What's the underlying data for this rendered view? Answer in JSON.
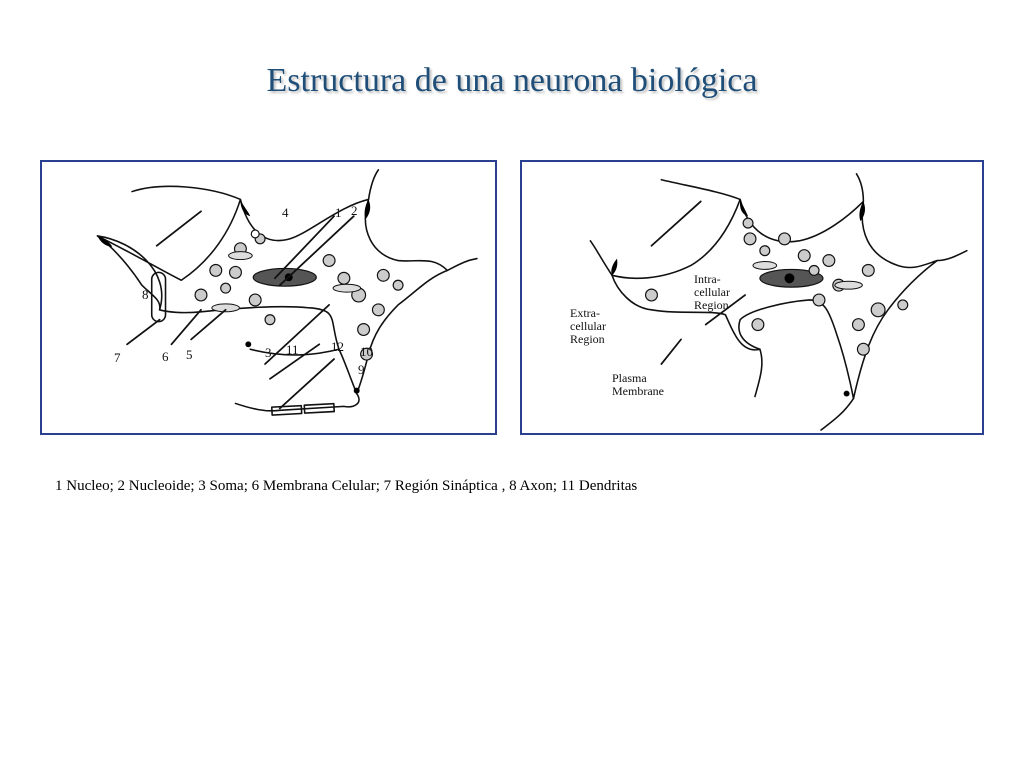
{
  "title": "Estructura de una neurona biológica",
  "left_panel": {
    "labels": {
      "n1": "1",
      "n2": "2",
      "n3": "3",
      "n4": "4",
      "n5": "5",
      "n6": "6",
      "n7": "7",
      "n8": "8",
      "n9": "9",
      "n10": "10",
      "n11": "11",
      "n12": "12"
    }
  },
  "right_panel": {
    "labels": {
      "intracellular": "Intra-\ncellular\nRegion",
      "extracellular": "Extra-\ncellular\nRegion",
      "plasma_membrane": "Plasma\nMembrane"
    }
  },
  "caption": "1 Nucleo; 2 Nucleoide; 3 Soma; 6 Membrana Celular; 7 Región Sináptica , 8 Axon; 11 Dendritas"
}
